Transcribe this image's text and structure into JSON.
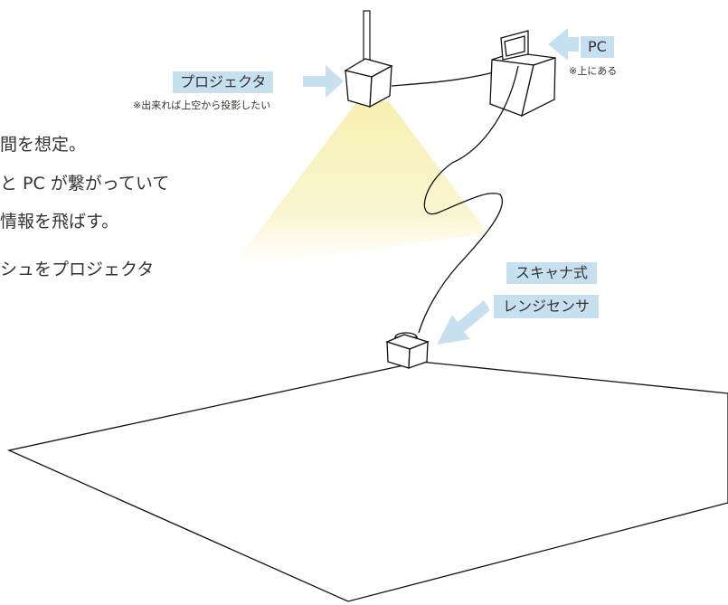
{
  "description_lines": [
    "間を想定。",
    "と PC が繋がっていて",
    "情報を飛ばす。",
    "シュをプロジェクタ"
  ],
  "labels": {
    "projector": "プロジェクタ",
    "projector_note": "※出来れば上空から投影したい",
    "pc": "PC",
    "pc_note": "※上にある",
    "sensor_line1": "スキャナ式",
    "sensor_line2": "レンジセンサ"
  },
  "colors": {
    "label_bg": "#c7e0ef",
    "arrow": "#c7e0ef",
    "beam": "#f7f0b5",
    "stroke": "#111111",
    "text": "#333333"
  }
}
